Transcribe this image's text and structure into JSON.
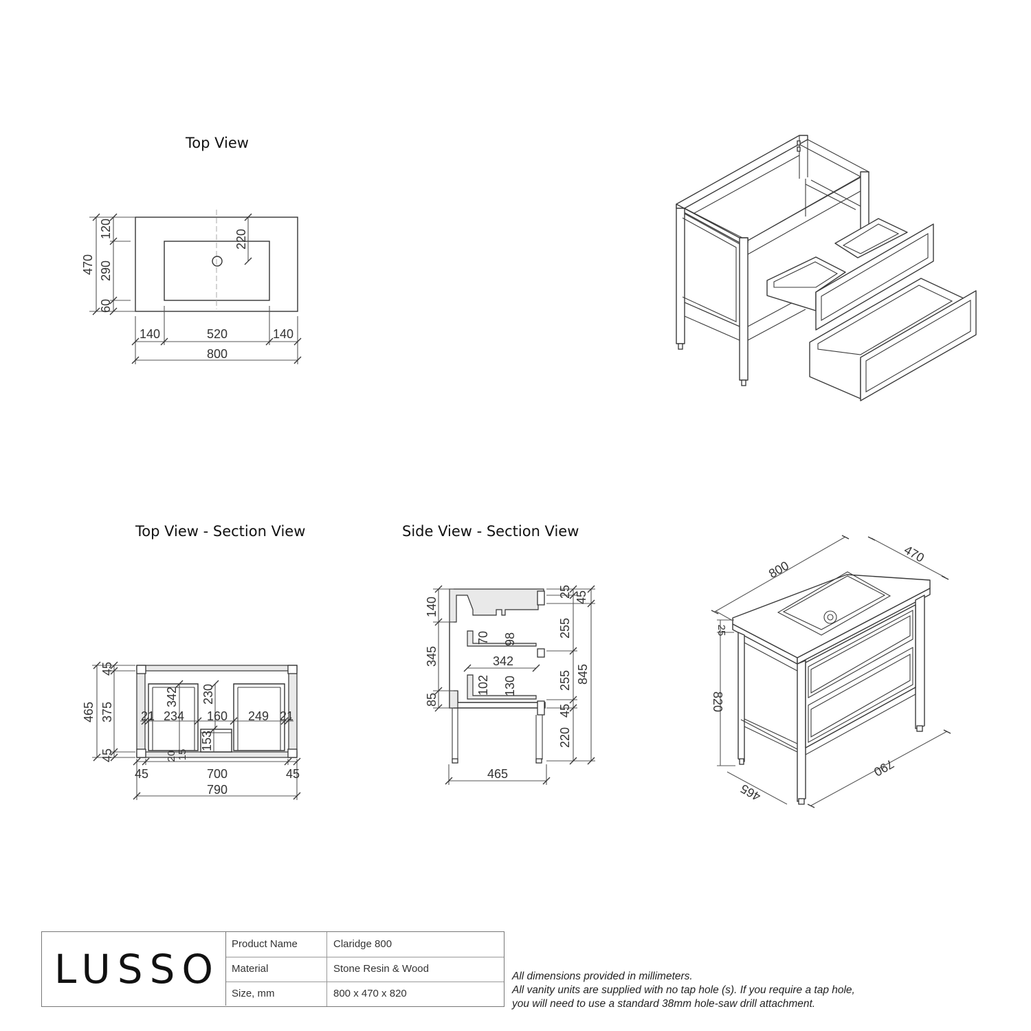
{
  "views": {
    "top_view": "Top View",
    "top_section": "Top View - Section View",
    "side_section": "Side View - Section View"
  },
  "top_view_dims": {
    "depth": "470",
    "back": "120",
    "basin": "290",
    "front": "60",
    "tap": "220",
    "left": "140",
    "basin_width": "520",
    "right": "140",
    "width": "800"
  },
  "top_section_dims": {
    "depth": "465",
    "rail_top": "45",
    "inner": "375",
    "rail_bottom": "45",
    "drawer_depth": "342",
    "drawer_height": "230",
    "left_side": "21",
    "right_side": "21",
    "left_bay": "234",
    "centre": "160",
    "right_bay": "249",
    "small_h": "153",
    "gap_a": "20",
    "gap_b": "15",
    "leg_left": "45",
    "span": "700",
    "leg_right": "45",
    "width": "790"
  },
  "side_section_dims": {
    "top_zone": "140",
    "drawer_zone": "345",
    "base": "85",
    "d1_h": "70",
    "d1_w": "98",
    "d2_h": "102",
    "d2_w": "130",
    "drawer_len": "342",
    "depth": "465",
    "r_top": "25",
    "r_top2": "45",
    "r_d1": "255",
    "r_d2": "255",
    "r_rail": "45",
    "r_leg": "220",
    "total": "845"
  },
  "iso_dims": {
    "width": "800",
    "depth": "470",
    "top": "25",
    "height": "820",
    "frame_depth": "465",
    "frame_width": "790"
  },
  "title_block": {
    "brand": "LUSSO",
    "rows": [
      {
        "label": "Product Name",
        "value": "Claridge 800"
      },
      {
        "label": "Material",
        "value": "Stone Resin & Wood"
      },
      {
        "label": "Size, mm",
        "value": "800 x 470 x 820"
      }
    ]
  },
  "notes": [
    "All dimensions provided in millimeters.",
    "All vanity units are supplied with no tap hole (s). If you require a tap hole,",
    "you will need to use a standard 38mm hole-saw drill attachment."
  ]
}
